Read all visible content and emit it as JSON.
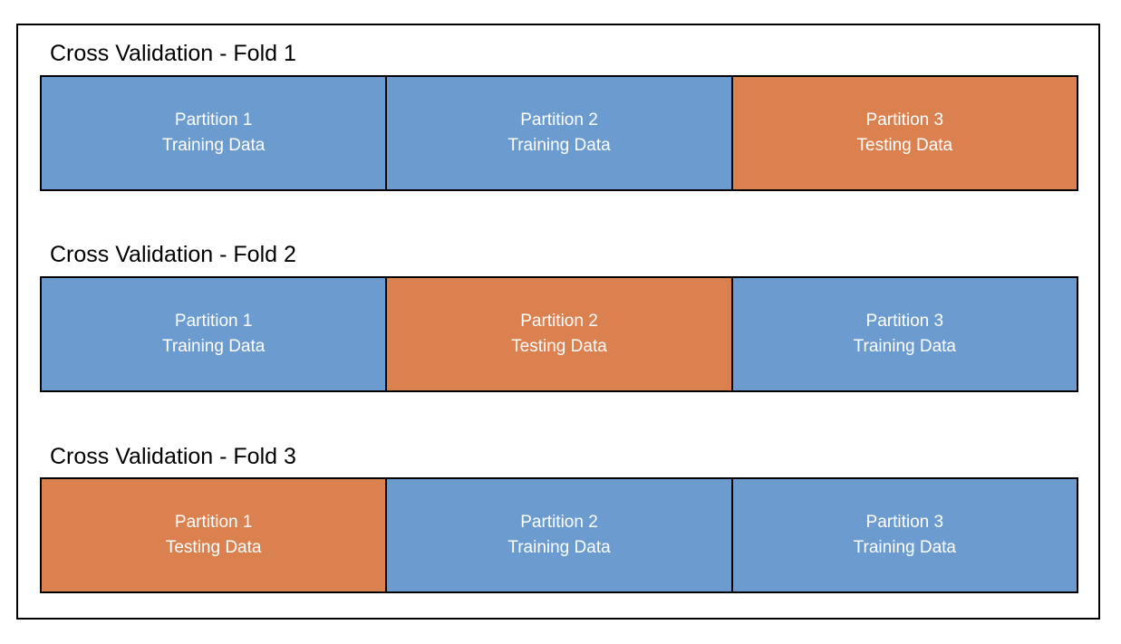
{
  "colors": {
    "training": "#6B9BCF",
    "testing": "#DB8150"
  },
  "folds": [
    {
      "title": "Cross Validation - Fold 1",
      "partitions": [
        {
          "name": "Partition 1",
          "role": "Training Data",
          "kind": "training"
        },
        {
          "name": "Partition 2",
          "role": "Training Data",
          "kind": "training"
        },
        {
          "name": "Partition 3",
          "role": "Testing Data",
          "kind": "testing"
        }
      ]
    },
    {
      "title": "Cross Validation - Fold 2",
      "partitions": [
        {
          "name": "Partition 1",
          "role": "Training Data",
          "kind": "training"
        },
        {
          "name": "Partition 2",
          "role": "Testing Data",
          "kind": "testing"
        },
        {
          "name": "Partition 3",
          "role": "Training Data",
          "kind": "training"
        }
      ]
    },
    {
      "title": "Cross Validation - Fold 3",
      "partitions": [
        {
          "name": "Partition 1",
          "role": "Testing Data",
          "kind": "testing"
        },
        {
          "name": "Partition 2",
          "role": "Training Data",
          "kind": "training"
        },
        {
          "name": "Partition 3",
          "role": "Training Data",
          "kind": "training"
        }
      ]
    }
  ]
}
